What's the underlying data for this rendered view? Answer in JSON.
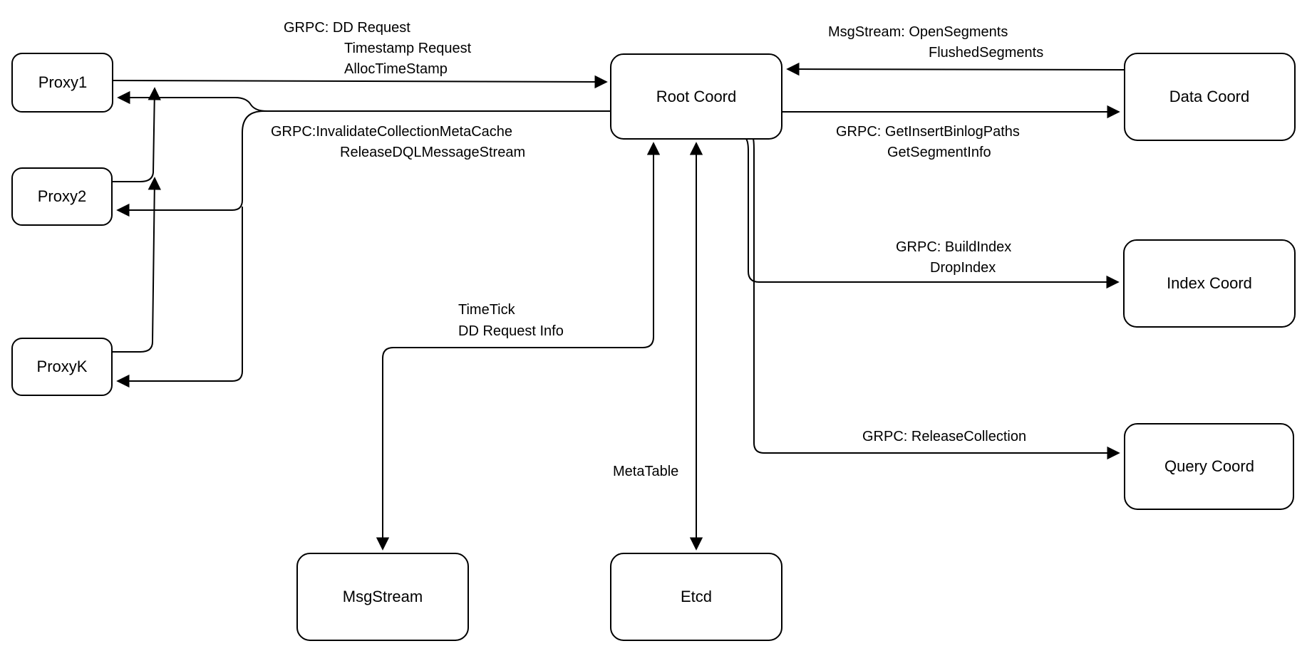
{
  "colors": {
    "background": "#ffffff",
    "node_fill": "#ffffff",
    "stroke": "#000000",
    "text": "#000000"
  },
  "nodes": {
    "proxy1": "Proxy1",
    "proxy2": "Proxy2",
    "proxyk": "ProxyK",
    "root_coord": "Root Coord",
    "data_coord": "Data Coord",
    "index_coord": "Index Coord",
    "query_coord": "Query Coord",
    "msgstream": "MsgStream",
    "etcd": "Etcd"
  },
  "edge_labels": {
    "proxy_to_root": {
      "line1": "GRPC: DD Request",
      "line2": "Timestamp Request",
      "line3": "AllocTimeStamp"
    },
    "root_to_proxy": {
      "line1": "GRPC:InvalidateCollectionMetaCache",
      "line2": "ReleaseDQLMessageStream"
    },
    "data_to_root": {
      "line1": "MsgStream: OpenSegments",
      "line2": "FlushedSegments"
    },
    "root_to_data": {
      "line1": "GRPC: GetInsertBinlogPaths",
      "line2": "GetSegmentInfo"
    },
    "root_to_index": {
      "line1": "GRPC: BuildIndex",
      "line2": "DropIndex"
    },
    "root_to_query": {
      "line1": "GRPC: ReleaseCollection"
    },
    "root_to_msgstream": {
      "line1": "TimeTick",
      "line2": "DD Request Info"
    },
    "root_to_etcd": {
      "line1": "MetaTable"
    }
  }
}
